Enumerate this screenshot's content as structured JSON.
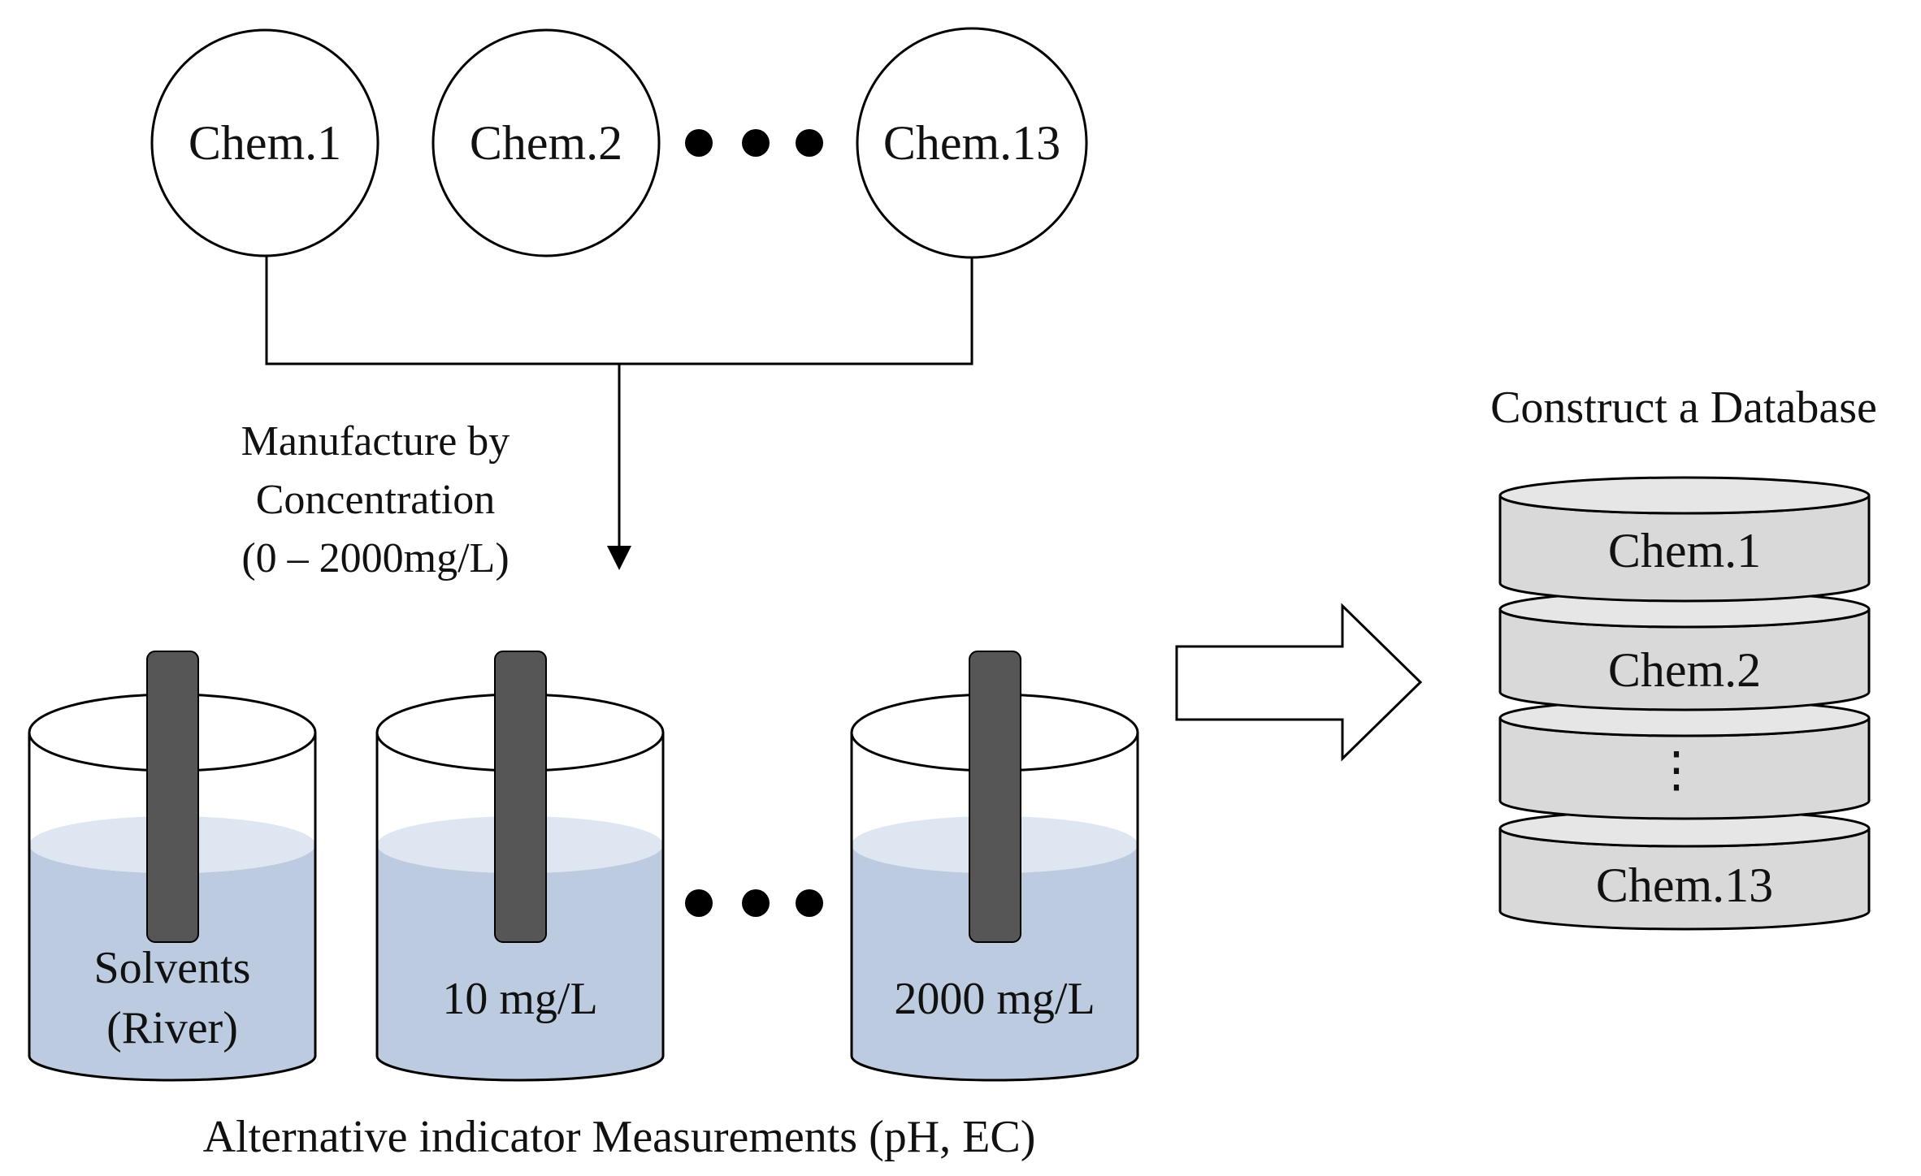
{
  "chemicals": [
    {
      "label": "Chem.1"
    },
    {
      "label": "Chem.2"
    },
    {
      "label": "Chem.13"
    }
  ],
  "process": {
    "lines": [
      "Manufacture by",
      "Concentration",
      "(0 – 2000mg/L)"
    ]
  },
  "beakers": [
    {
      "lines": [
        "Solvents",
        "(River)"
      ]
    },
    {
      "lines": [
        "10 mg/L"
      ]
    },
    {
      "lines": [
        "2000 mg/L"
      ]
    }
  ],
  "measurement_caption": "Alternative indicator Measurements (pH, EC)",
  "database": {
    "title": "Construct a Database",
    "layers": [
      "Chem.1",
      "Chem.2",
      "⋮",
      "Chem.13"
    ]
  },
  "colors": {
    "stroke": "#000000",
    "liquid": "#bccbdf",
    "liquid_top": "#dde6f1",
    "probe": "#565656",
    "disk": "#d9d9d9",
    "disk_top": "#e6e6e6",
    "dot": "#000000"
  },
  "icons": {
    "ellipsis_top": "ellipsis-dots-icon",
    "ellipsis_bottom": "ellipsis-dots-icon",
    "flow_arrow": "block-arrow-right-icon",
    "down_arrow": "arrow-down-icon"
  }
}
